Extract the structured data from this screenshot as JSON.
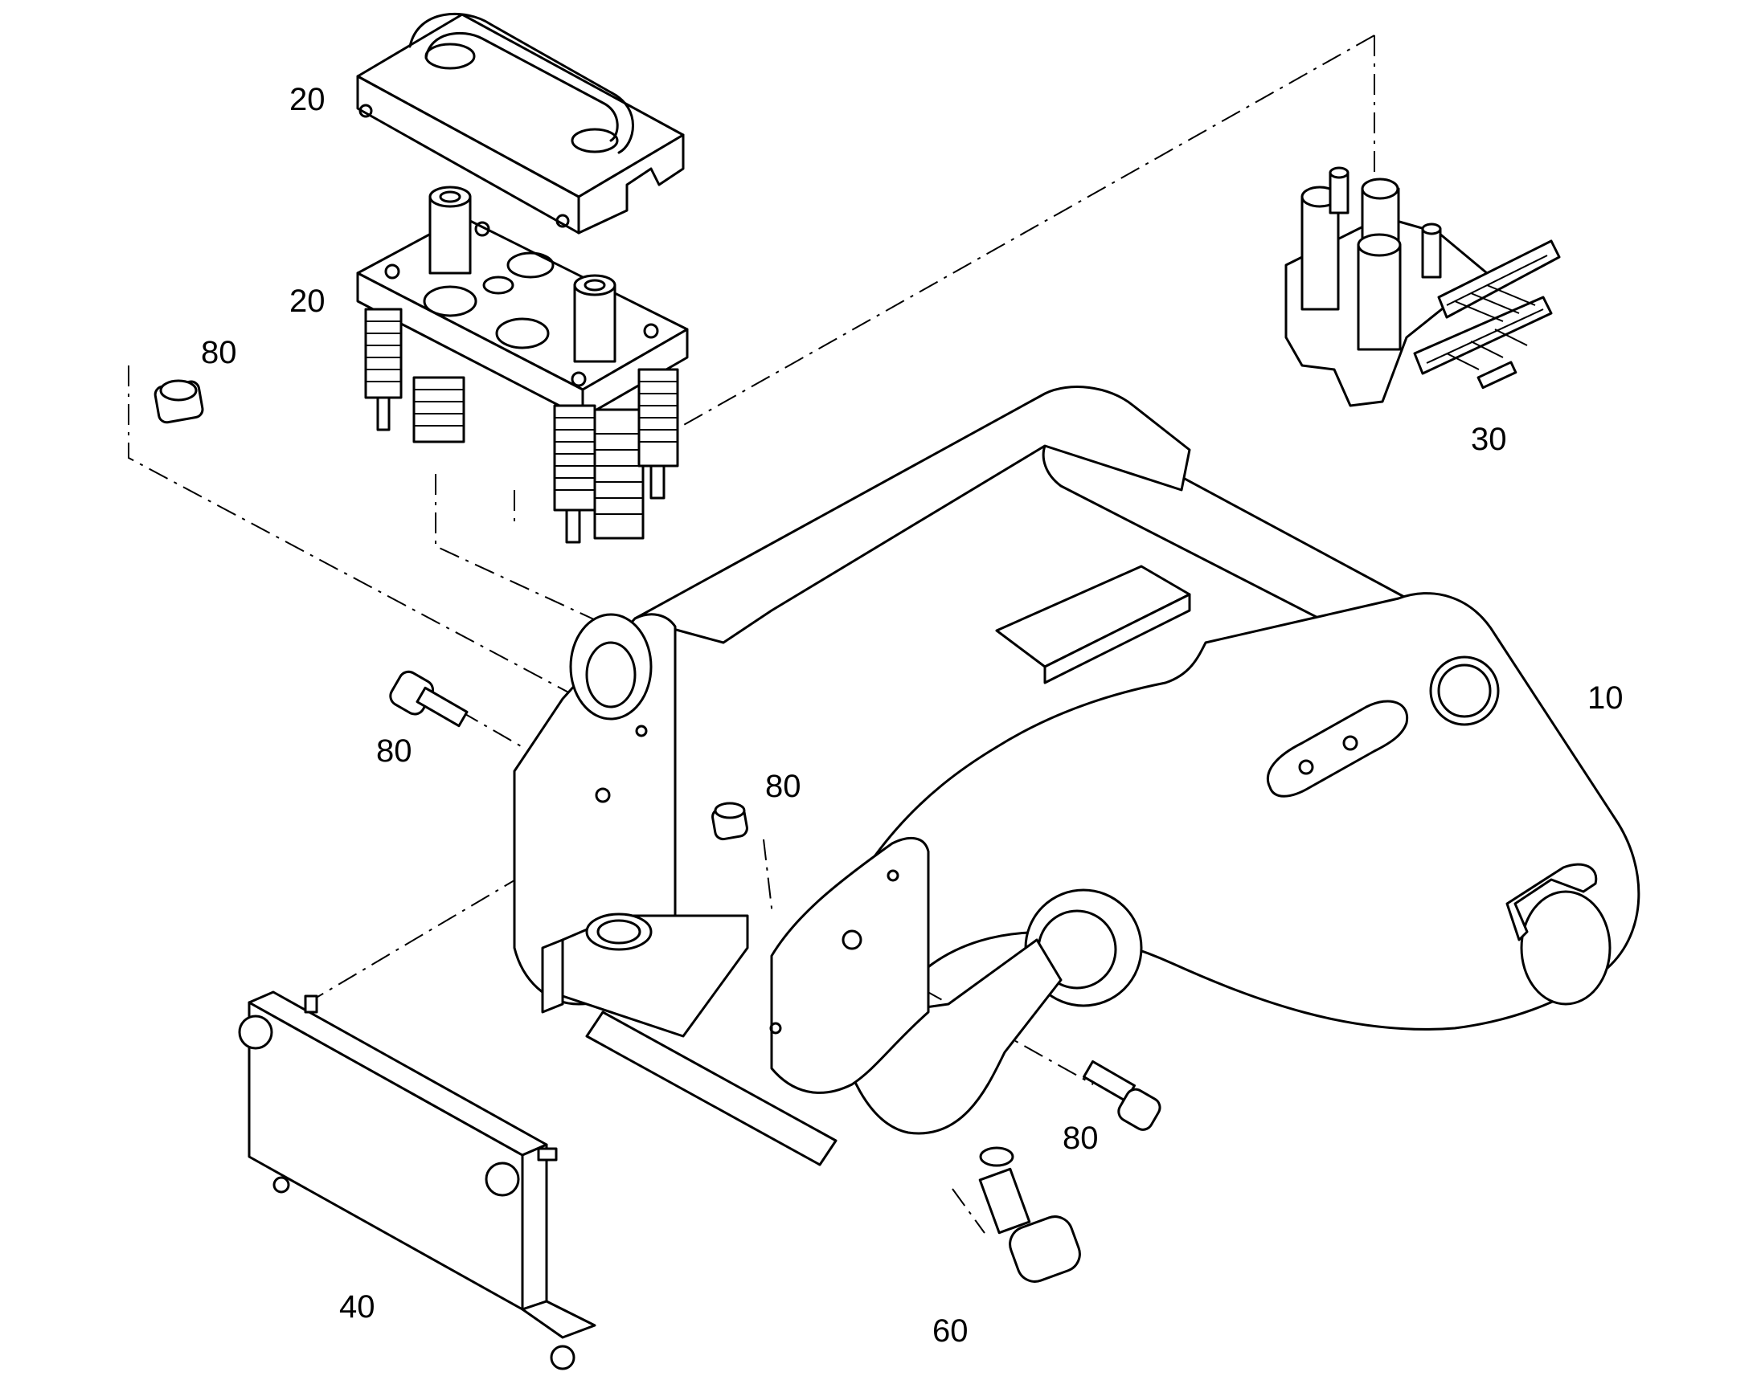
{
  "callouts": [
    {
      "id": "p20a",
      "text": "20"
    },
    {
      "id": "p20b",
      "text": "20"
    },
    {
      "id": "p80a",
      "text": "80"
    },
    {
      "id": "p30",
      "text": "30"
    },
    {
      "id": "p10",
      "text": "10"
    },
    {
      "id": "p80b",
      "text": "80"
    },
    {
      "id": "p80c",
      "text": "80"
    },
    {
      "id": "p80d",
      "text": "80"
    },
    {
      "id": "p40",
      "text": "40"
    },
    {
      "id": "p60",
      "text": "60"
    }
  ]
}
